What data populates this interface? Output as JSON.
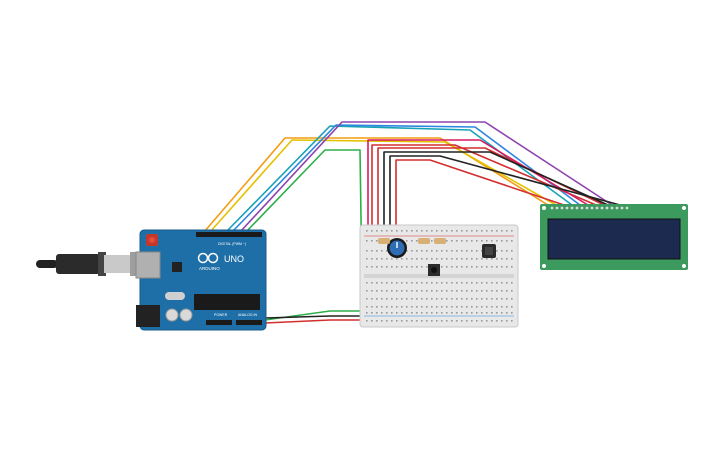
{
  "arduino": {
    "brand": "ARDUINO",
    "model": "UNO",
    "digital_label": "DIGITAL (PWM ~)",
    "power_label": "POWER",
    "analog_label": "ANALOG IN",
    "board_color": "#1e6fa8"
  },
  "lcd": {
    "frame_color": "#3c9a5f",
    "screen_color": "#1b2a4e"
  },
  "breadboard": {
    "color": "#e8e8e8"
  },
  "components": {
    "potentiometer": "potentiometer",
    "pushbutton": "pushbutton",
    "resistors": [
      "resistor-1",
      "resistor-2",
      "resistor-3"
    ],
    "sensor": "temperature-sensor"
  },
  "wire_colors": {
    "purple": "#8e44ad",
    "blue": "#2e86de",
    "cyan": "#17a2b8",
    "orange": "#f39c12",
    "yellow": "#e5c100",
    "green": "#2eae4a",
    "red": "#d32f2f",
    "black": "#222222",
    "pink": "#d81b60"
  }
}
